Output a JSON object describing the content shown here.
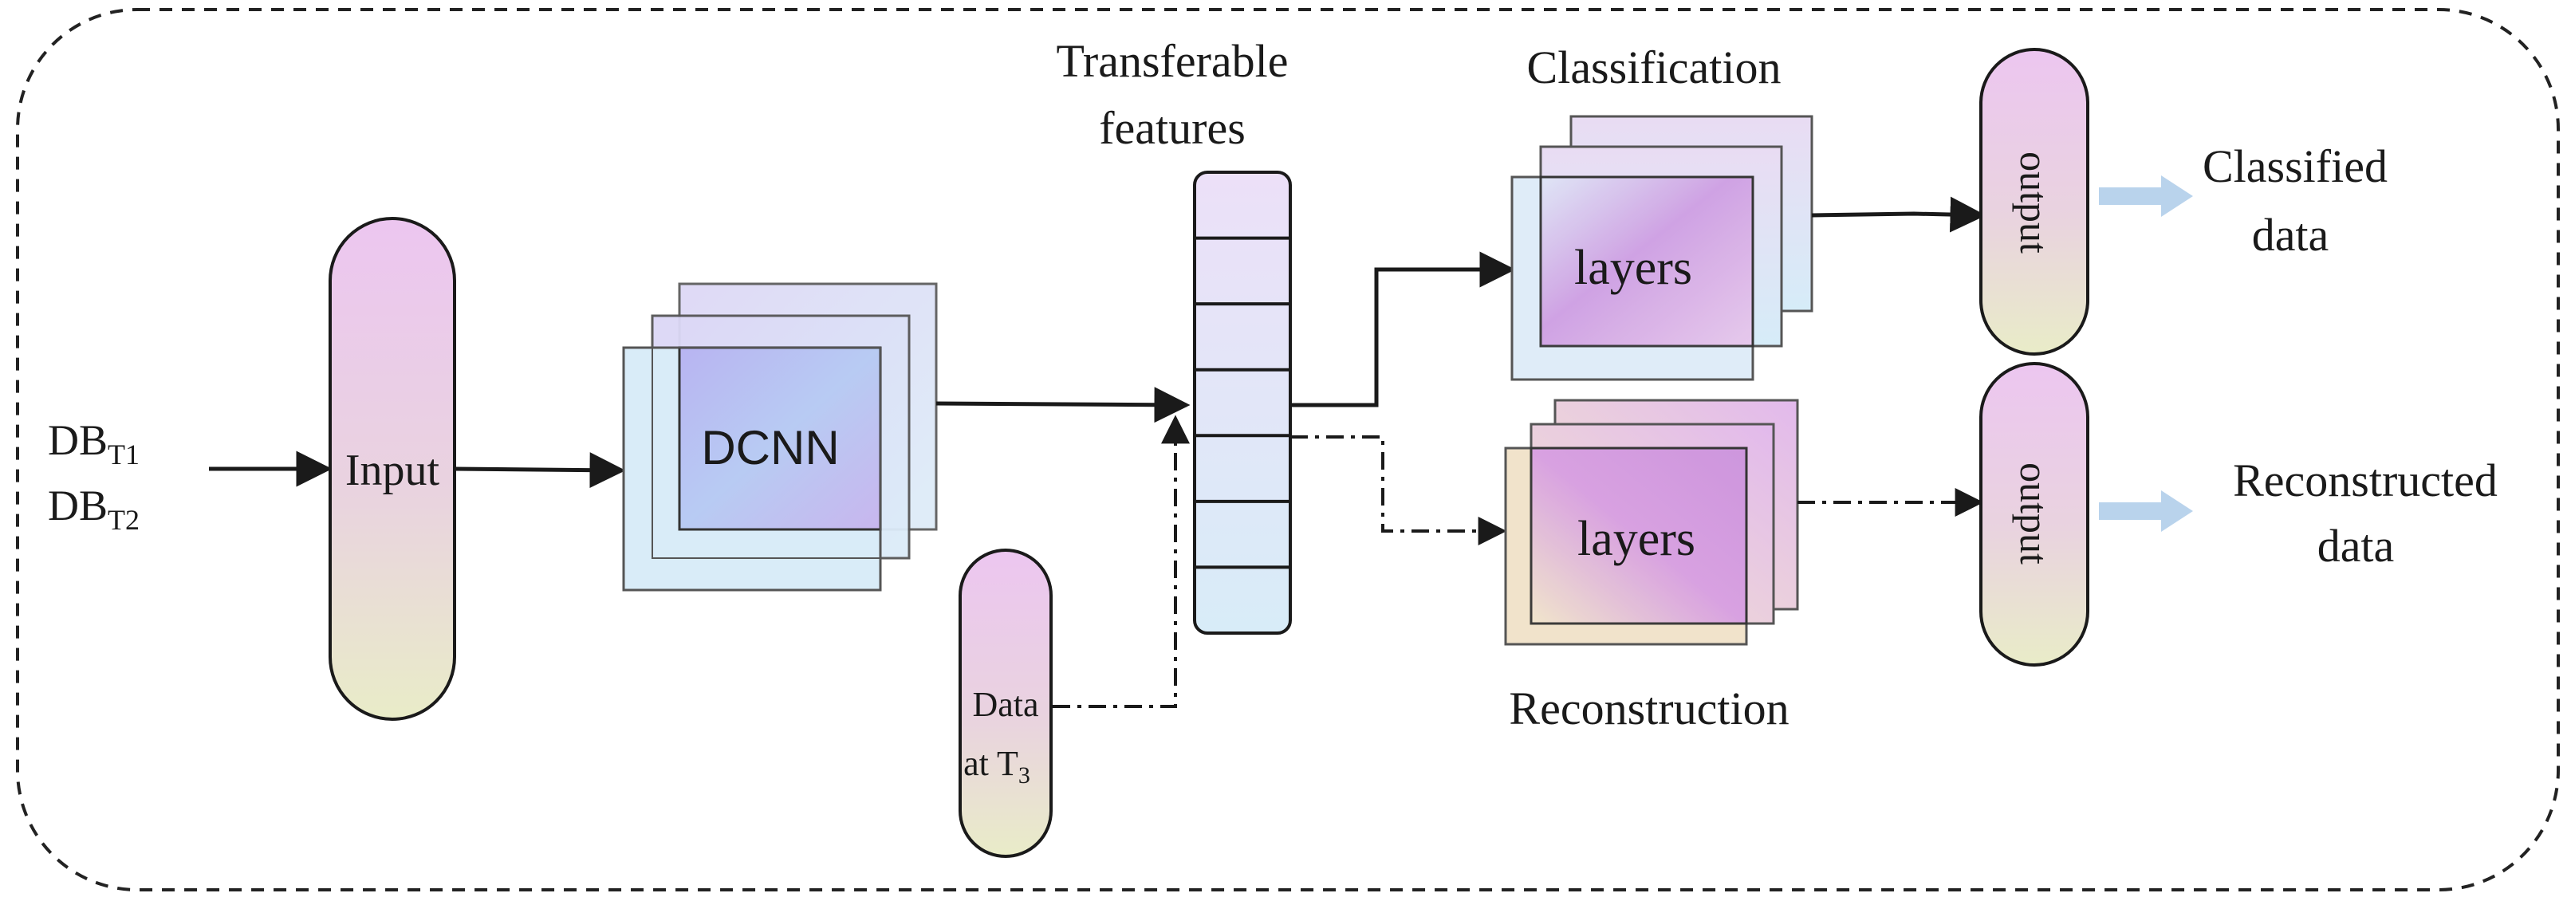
{
  "inputs": {
    "db_t1": {
      "base": "DB",
      "sub": "T1"
    },
    "db_t2": {
      "base": "DB",
      "sub": "T2"
    }
  },
  "input_block": {
    "label": "Input"
  },
  "dcnn_block": {
    "label": "DCNN"
  },
  "data_t3_block": {
    "line1": "Data",
    "line2_base": "at T",
    "line2_sub": "3"
  },
  "features": {
    "title_line1": "Transferable",
    "title_line2": "features",
    "cells": 7
  },
  "classification": {
    "title": "Classification",
    "layers_label": "layers",
    "output_label": "output",
    "result_line1": "Classified",
    "result_line2": "data"
  },
  "reconstruction": {
    "title": "Reconstruction",
    "layers_label": "layers",
    "output_label": "output",
    "result_line1": "Reconstructed",
    "result_line2": "data"
  },
  "colors": {
    "stroke": "#1a1a1a",
    "frame": "#222222",
    "pill_top": "#ecc6f0",
    "pill_bottom": "#e9ecc8",
    "hollow_arrow": "#b9d3ec"
  }
}
